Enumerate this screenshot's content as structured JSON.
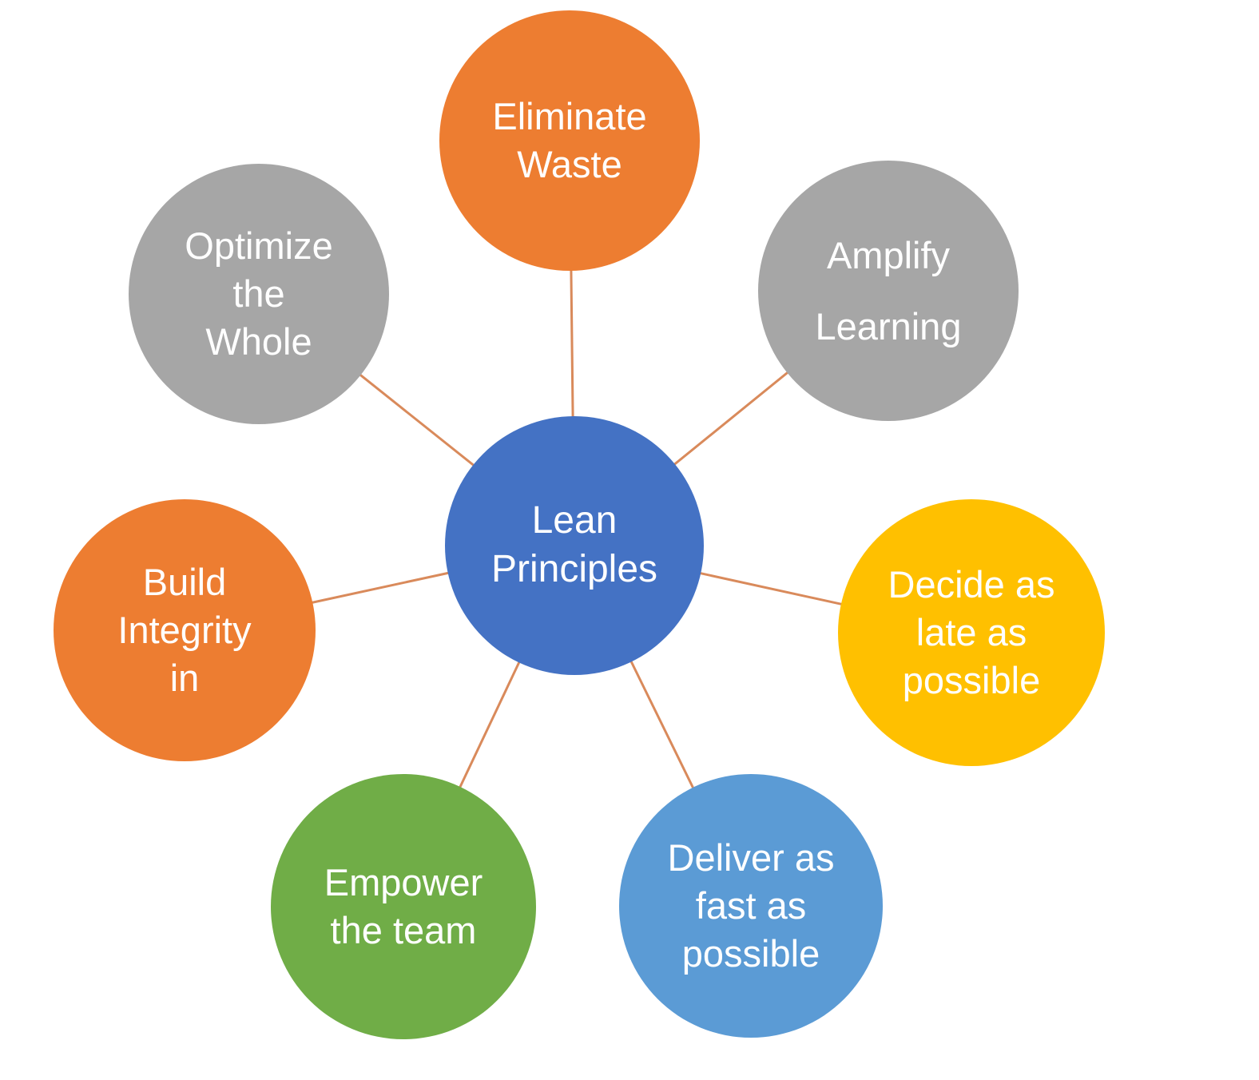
{
  "diagram_title": "Lean Principles",
  "colors": {
    "hub_blue": "#4472C4",
    "orange": "#ED7D31",
    "gray": "#A6A6A6",
    "yellow": "#FFC000",
    "light_blue": "#5B9BD5",
    "green": "#70AD47",
    "connector": "#D98A5B",
    "text": "#FFFFFF",
    "background": "#FFFFFF"
  },
  "nodes": {
    "hub": {
      "label": "Lean\nPrinciples",
      "color": "#4472C4"
    },
    "eliminate_waste": {
      "label": "Eliminate\nWaste",
      "color": "#ED7D31"
    },
    "optimize_whole": {
      "label": "Optimize\nthe\nWhole",
      "color": "#A6A6A6"
    },
    "amplify_learning": {
      "label": "Amplify\nLearning",
      "color": "#A6A6A6"
    },
    "decide_late": {
      "label": "Decide as\nlate as\npossible",
      "color": "#FFC000"
    },
    "deliver_fast": {
      "label": "Deliver as\nfast as\npossible",
      "color": "#5B9BD5"
    },
    "empower_team": {
      "label": "Empower\nthe team",
      "color": "#70AD47"
    },
    "build_integrity": {
      "label": "Build\nIntegrity\nin",
      "color": "#ED7D31"
    }
  }
}
